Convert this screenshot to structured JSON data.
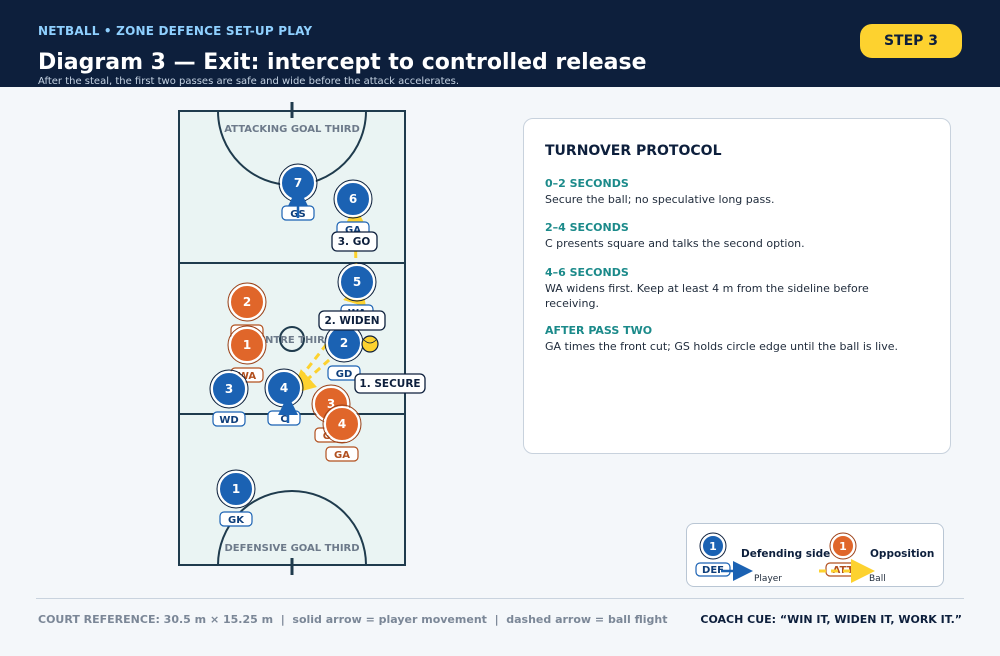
{
  "header": {
    "kicker": "NETBALL • ZONE DEFENCE SET-UP PLAY",
    "title": "Diagram 3 — Exit: intercept to controlled release",
    "subtitle": "After the steal, the first two passes are safe and wide before the attack accelerates.",
    "step_label": "STEP 3"
  },
  "court": {
    "zones": [
      "ATTACKING GOAL THIRD",
      "CENTRE THIRD",
      "DEFENSIVE GOAL THIRD"
    ],
    "defenders": [
      {
        "num": "7",
        "pos": "GS"
      },
      {
        "num": "6",
        "pos": "GA"
      },
      {
        "num": "5",
        "pos": "WA"
      },
      {
        "num": "2",
        "pos": "GD"
      },
      {
        "num": "3",
        "pos": "WD"
      },
      {
        "num": "4",
        "pos": "C"
      },
      {
        "num": "1",
        "pos": "GK"
      }
    ],
    "opposition": [
      {
        "num": "2",
        "pos": "C"
      },
      {
        "num": "1",
        "pos": "WA"
      },
      {
        "num": "3",
        "pos": "GD"
      },
      {
        "num": "4",
        "pos": "GA"
      }
    ],
    "callouts": [
      "1. SECURE",
      "2. WIDEN",
      "3. GO"
    ]
  },
  "panel": {
    "title": "TURNOVER PROTOCOL",
    "sections": [
      {
        "heading": "0–2 SECONDS",
        "body": "Secure the ball; no speculative long pass."
      },
      {
        "heading": "2–4 SECONDS",
        "body": "C presents square and talks the second option."
      },
      {
        "heading": "4–6 SECONDS",
        "body": "WA widens first. Keep at least 4 m from the sideline before receiving."
      },
      {
        "heading": "AFTER PASS TWO",
        "body": "GA times the front cut; GS holds circle edge until the ball is live."
      }
    ]
  },
  "legend": {
    "def_num": "1",
    "def_tag": "DEF",
    "def_label": "Defending side",
    "opp_num": "1",
    "opp_tag": "ATT",
    "opp_label": "Opposition",
    "player_label": "Player",
    "ball_label": "Ball"
  },
  "footer": {
    "left": "COURT REFERENCE: 30.5 m × 15.25 m  |  solid arrow = player movement  |  dashed arrow = ball flight",
    "right": "COACH CUE: “WIN IT, WIDEN IT, WORK IT.”"
  },
  "colors": {
    "navy": "#0d1f3c",
    "defender": "#1b62b3",
    "opposition": "#e0662a",
    "ball": "#fdd22f",
    "court": "#eaf4f3",
    "accent": "#1b8a8a"
  }
}
